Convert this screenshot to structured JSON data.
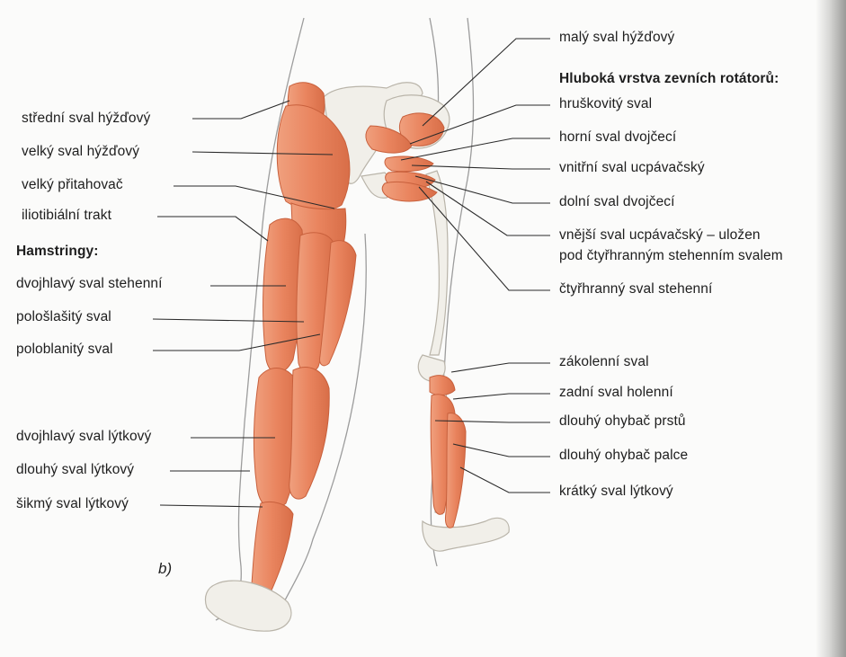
{
  "figure": {
    "panel_label": "b)",
    "left_labels": [
      {
        "id": "stredni-sval-hyzdovy",
        "text": "střední sval hýžďový"
      },
      {
        "id": "velky-sval-hyzdovy",
        "text": "velký sval hýžďový"
      },
      {
        "id": "velky-pritahovac",
        "text": "velký přitahovač"
      },
      {
        "id": "iliotibialni-trakt",
        "text": "iliotibiální trakt"
      },
      {
        "id": "hamstringy-heading",
        "text": "Hamstringy:"
      },
      {
        "id": "dvojhlavy-sval-stehenni",
        "text": "dvojhlavý sval stehenní"
      },
      {
        "id": "poloslasity-sval",
        "text": "pološlašitý sval"
      },
      {
        "id": "poloblanity-sval",
        "text": "poloblanitý sval"
      },
      {
        "id": "dvojhlavy-sval-lytkovy",
        "text": "dvojhlavý sval lýtkový"
      },
      {
        "id": "dlouhy-sval-lytkovy",
        "text": "dlouhý sval lýtkový"
      },
      {
        "id": "sikmy-sval-lytkovy",
        "text": "šikmý sval lýtkový"
      }
    ],
    "right_labels": [
      {
        "id": "maly-sval-hyzdovy",
        "text": "malý sval hýžďový"
      },
      {
        "id": "hluboka-vrstva-heading",
        "text": "Hluboká vrstva zevních rotátorů:"
      },
      {
        "id": "hruskovity-sval",
        "text": "hruškovitý sval"
      },
      {
        "id": "horni-sval-dvojceci",
        "text": "horní sval dvojčecí"
      },
      {
        "id": "vnitrni-sval-ucpavacsky",
        "text": "vnitřní sval ucpávačský"
      },
      {
        "id": "dolni-sval-dvojceci",
        "text": "dolní sval dvojčecí"
      },
      {
        "id": "vnejsi-sval-ucpavacsky-1",
        "text": "vnější sval ucpávačský – uložen"
      },
      {
        "id": "vnejsi-sval-ucpavacsky-2",
        "text": "pod čtyřhranným stehenním svalem"
      },
      {
        "id": "ctyrhranny-sval-stehenni",
        "text": "čtyřhranný sval stehenní"
      },
      {
        "id": "zakolenni-sval",
        "text": "zákolenní sval"
      },
      {
        "id": "zadni-sval-holenni",
        "text": "zadní sval holenní"
      },
      {
        "id": "dlouhy-ohybac-prstu",
        "text": "dlouhý ohybač prstů"
      },
      {
        "id": "dlouhy-ohybac-palce",
        "text": "dlouhý ohybač palce"
      },
      {
        "id": "kratky-sval-lytkovy",
        "text": "krátký sval lýtkový"
      }
    ]
  },
  "colors": {
    "muscle": "#e9845e",
    "muscle_dark": "#c8603c",
    "bone": "#f1efe9",
    "bone_stroke": "#b9b4a9",
    "skin_outline": "#9c9c9c",
    "leader_line": "#2a2a2a",
    "text": "#1e1e1e"
  }
}
